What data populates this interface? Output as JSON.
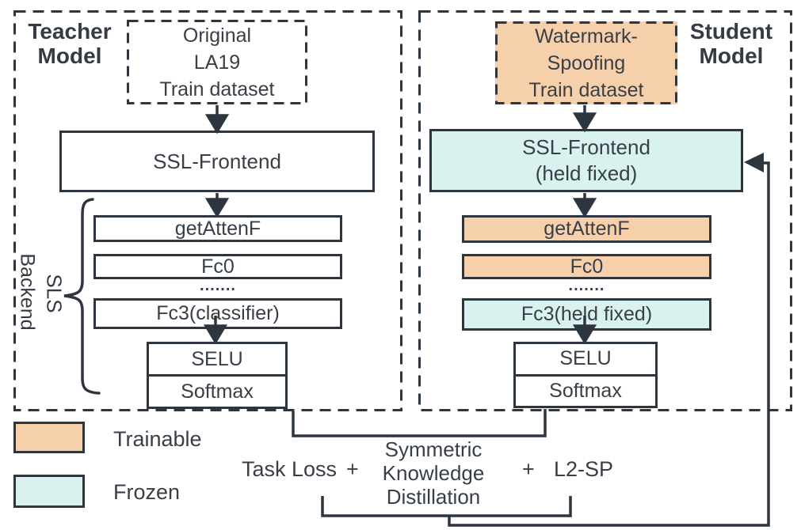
{
  "colors": {
    "line": "#2d353e",
    "text": "#383f47",
    "trainable_fill": "#f6d0aa",
    "frozen_fill": "#d9f1ef"
  },
  "teacher": {
    "title": "Teacher\nModel",
    "dataset_label": "Original\nLA19\nTrain dataset",
    "frontend_label": "SSL-Frontend",
    "backend_label": "Backend",
    "sls_label": "SLS",
    "layers": {
      "getattenf": "getAttenF",
      "fc0": "Fc0",
      "dots": ".......",
      "fc3": "Fc3(classifier)",
      "selu": "SELU",
      "softmax": "Softmax"
    }
  },
  "student": {
    "title": "Student\nModel",
    "dataset_label": "Watermark-\nSpoofing\nTrain dataset",
    "frontend_label": "SSL-Frontend\n(held fixed)",
    "layers": {
      "getattenf": "getAttenF",
      "fc0": "Fc0",
      "dots": ".......",
      "fc3": "Fc3(held fixed)",
      "selu": "SELU",
      "softmax": "Softmax"
    }
  },
  "legend": {
    "trainable_label": "Trainable",
    "frozen_label": "Frozen"
  },
  "loss_expression": {
    "task_loss": "Task Loss",
    "plus_1": "+",
    "distillation": "Symmetric\nKnowledge\nDistillation",
    "plus_2": "+",
    "l2sp": "L2-SP"
  }
}
